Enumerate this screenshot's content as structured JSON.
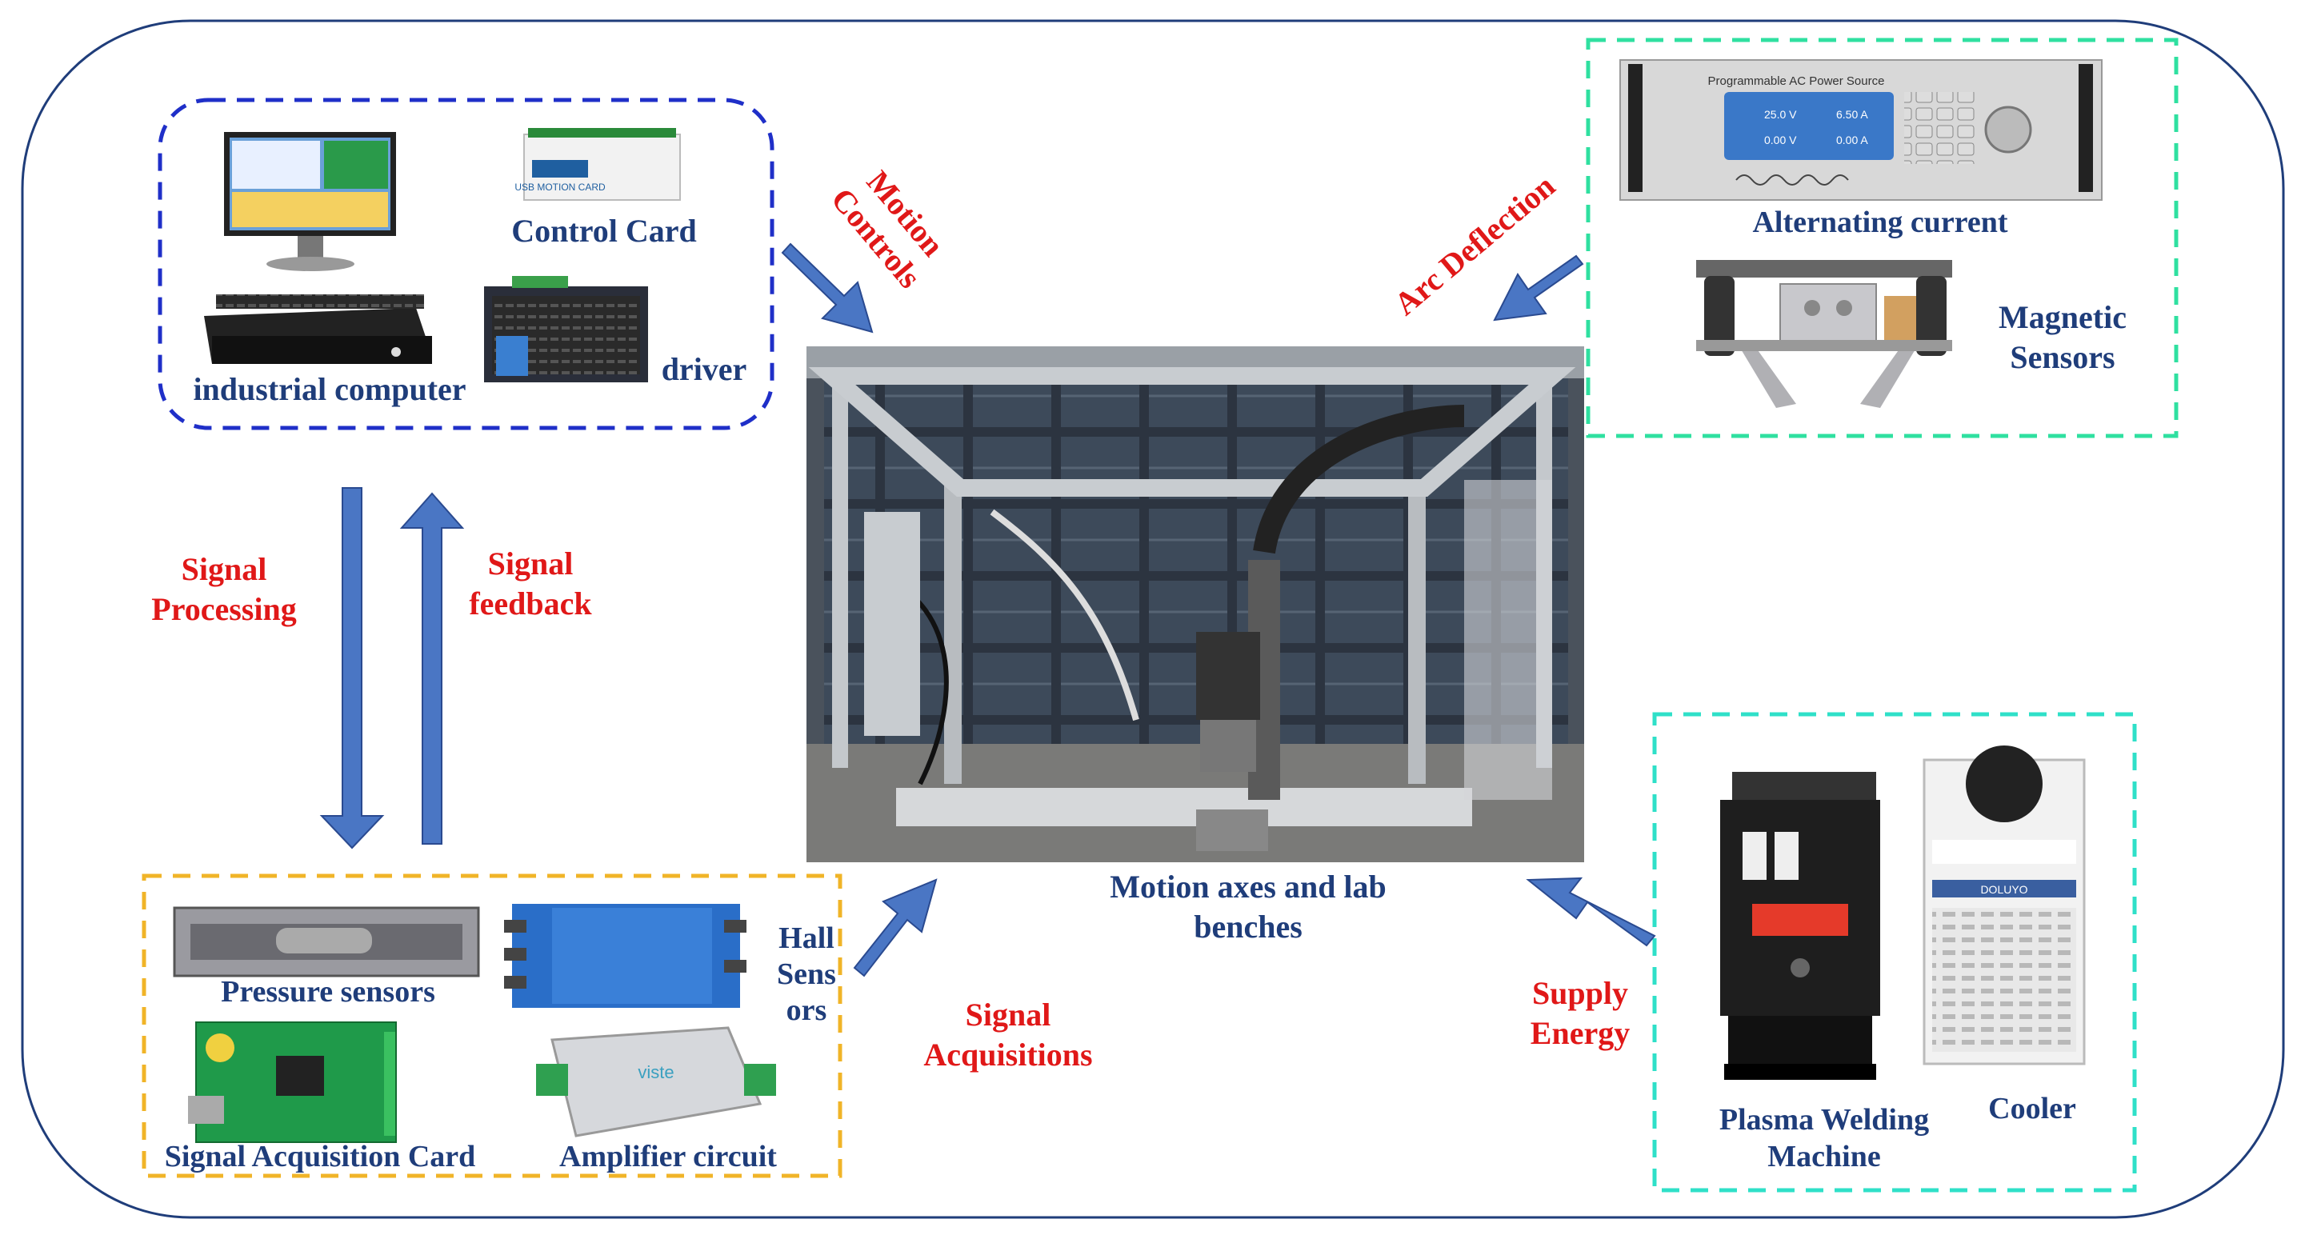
{
  "colors": {
    "outline": "#1f3d7a",
    "box_blue": "#1f2fc8",
    "box_green": "#2fe0a0",
    "box_yellow": "#f0b428",
    "box_cyan": "#2fe0c8",
    "arrow": "#4a76c4",
    "red_text": "#e01818",
    "blue_text": "#1f3d7a"
  },
  "labels": {
    "control_card": "Control Card",
    "industrial_computer": "industrial computer",
    "driver": "driver",
    "motion_controls": "Motion\nControls",
    "arc_deflection": "Arc Deflection",
    "alternating_current": "Alternating current",
    "magnetic_sensors": "Magnetic\nSensors",
    "signal_processing": "Signal\nProcessing",
    "signal_feedback": "Signal\nfeedback",
    "motion_axes": "Motion axes and lab\nbenches",
    "pressure_sensors": "Pressure  sensors",
    "hall_sensors": "Hall\nSens\nors",
    "signal_acquisition_card": "Signal Acquisition Card",
    "amplifier_circuit": "Amplifier circuit",
    "signal_acquisitions": "Signal\nAcquisitions",
    "supply_energy": "Supply\nEnergy",
    "plasma_welding_machine": "Plasma Welding\nMachine",
    "cooler": "Cooler"
  },
  "device_text": {
    "control_card_print": "USB MOTION CARD",
    "power_source_title": "Programmable AC Power Source",
    "power_readout_1": "25.0 V",
    "power_readout_2": "6.50 A",
    "power_readout_3": "0.00 V",
    "power_readout_4": "0.00 A",
    "amplifier_brand": "viste",
    "cooler_brand": "DOLUYO"
  },
  "icons": [
    "monitor-icon",
    "control-card-icon",
    "industrial-pc-icon",
    "driver-icon",
    "ac-power-source-icon",
    "magnetic-sensor-icon",
    "welding-bench-photo",
    "pressure-sensor-icon",
    "hall-sensor-icon",
    "acquisition-card-icon",
    "amplifier-icon",
    "plasma-welder-icon",
    "cooler-icon"
  ]
}
